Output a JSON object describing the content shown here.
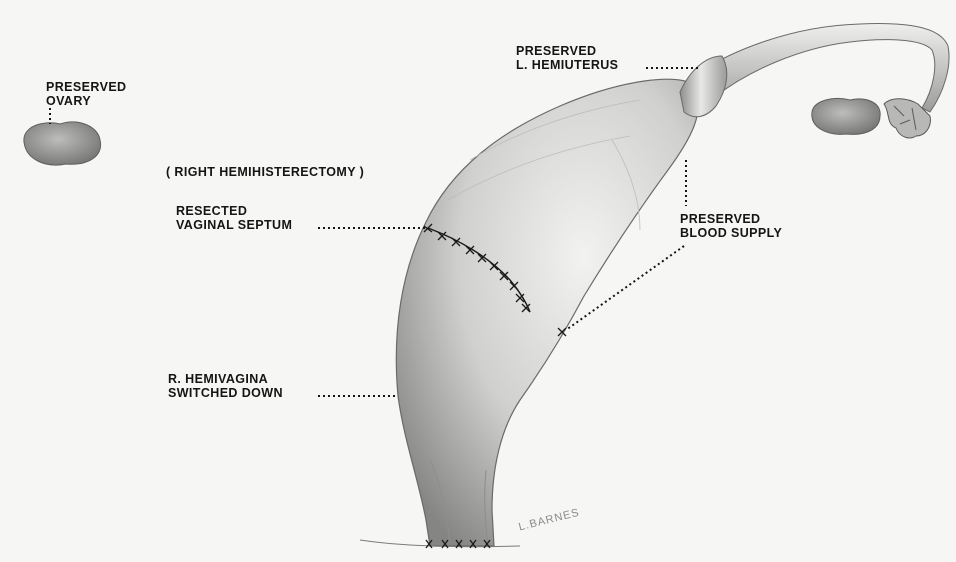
{
  "labels": {
    "preserved_ovary": [
      "PRESERVED",
      "OVARY"
    ],
    "procedure": "( RIGHT HEMIHISTERECTOMY )",
    "resected_septum": [
      "RESECTED",
      "VAGINAL SEPTUM"
    ],
    "hemivagina": [
      "R. HEMIVAGINA",
      "SWITCHED DOWN"
    ],
    "preserved_hemiuterus": [
      "PRESERVED",
      "L. HEMIUTERUS"
    ],
    "blood_supply": [
      "PRESERVED",
      "BLOOD SUPPLY"
    ]
  },
  "signature": "L.BARNES",
  "colors": {
    "ink": "#151515",
    "organ_shadow": "#7d7d7b",
    "organ_light": "#ececea",
    "suture": "#1a1a1a"
  }
}
